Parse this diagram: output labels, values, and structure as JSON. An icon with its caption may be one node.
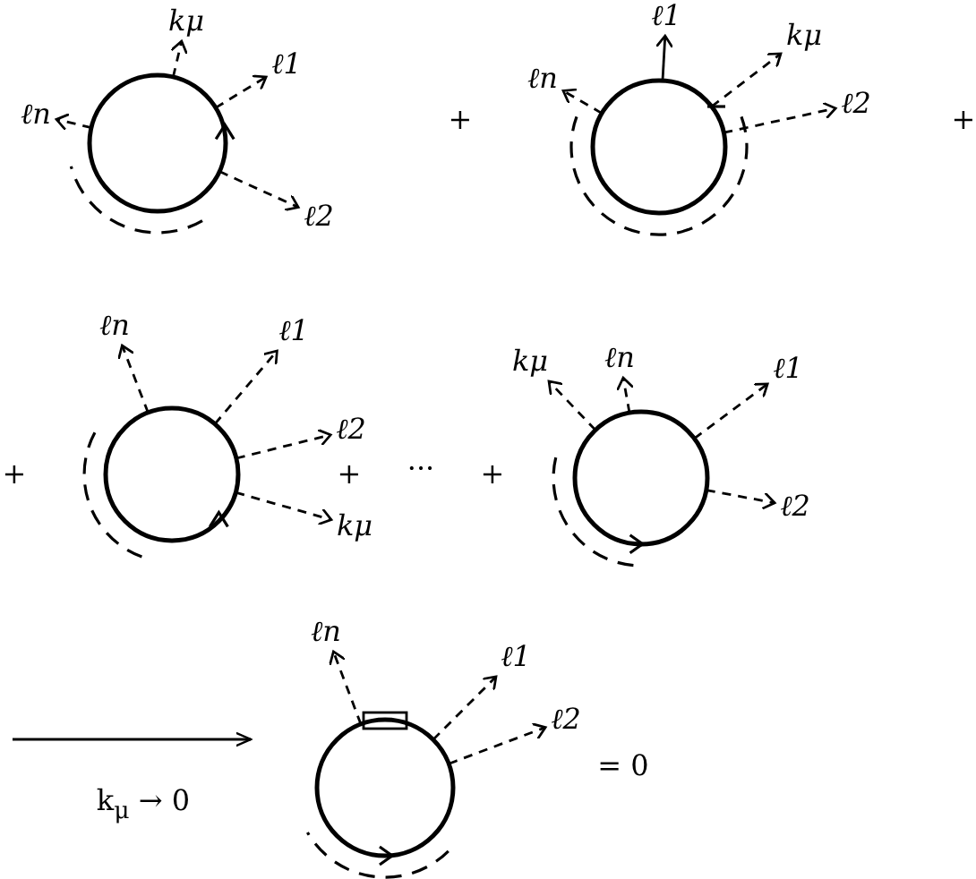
{
  "diagram": {
    "nodes": [
      {
        "text": [],
        "shape": "circle"
      },
      {
        "text": [
          "kμ"
        ]
      },
      {
        "text": [
          "ℓ1"
        ]
      },
      {
        "text": [
          "ℓn"
        ]
      },
      {
        "text": [
          "ℓ2"
        ]
      },
      {
        "text": [],
        "shape": "circle"
      },
      {
        "text": [
          "ℓ1"
        ]
      },
      {
        "text": [
          "ℓn"
        ]
      },
      {
        "text": [
          "kμ"
        ]
      },
      {
        "text": [
          "ℓ2"
        ]
      },
      {
        "text": [],
        "shape": "circle"
      },
      {
        "text": [
          "ℓn"
        ]
      },
      {
        "text": [
          "ℓ1"
        ]
      },
      {
        "text": [
          "ℓ2"
        ]
      },
      {
        "text": [
          "kμ"
        ]
      },
      {
        "text": [],
        "shape": "circle"
      },
      {
        "text": [
          "kμ"
        ]
      },
      {
        "text": [
          "ℓn"
        ]
      },
      {
        "text": [
          "ℓ1"
        ]
      },
      {
        "text": [
          "ℓ2"
        ]
      },
      {
        "text": [],
        "shape": "circle"
      },
      {
        "text": [
          "ℓn"
        ]
      },
      {
        "text": [
          "ℓ1"
        ]
      },
      {
        "text": [
          "ℓ2"
        ]
      }
    ],
    "edges": [
      {
        "from": 0,
        "to": 1,
        "arrow": "to",
        "style": "dashed"
      },
      {
        "from": 0,
        "to": 2,
        "arrow": "to",
        "style": "dashed"
      },
      {
        "from": 0,
        "to": 3,
        "arrow": "to",
        "style": "dashed"
      },
      {
        "from": 0,
        "to": 4,
        "arrow": "to",
        "style": "dashed"
      },
      {
        "from": 5,
        "to": 6,
        "arrow": "to"
      },
      {
        "from": 5,
        "to": 7,
        "arrow": "to",
        "style": "dashed"
      },
      {
        "from": 5,
        "to": 8,
        "arrow": "to",
        "style": "dashed"
      },
      {
        "from": 5,
        "to": 9,
        "arrow": "to",
        "style": "dashed"
      },
      {
        "from": 10,
        "to": 11,
        "arrow": "to",
        "style": "dashed"
      },
      {
        "from": 10,
        "to": 12,
        "arrow": "to",
        "style": "dashed"
      },
      {
        "from": 10,
        "to": 13,
        "arrow": "to",
        "style": "dashed"
      },
      {
        "from": 10,
        "to": 14,
        "arrow": "to",
        "style": "dashed"
      },
      {
        "from": 15,
        "to": 16,
        "arrow": "to",
        "style": "dashed"
      },
      {
        "from": 15,
        "to": 17,
        "arrow": "to",
        "style": "dashed"
      },
      {
        "from": 15,
        "to": 18,
        "arrow": "to",
        "style": "dashed"
      },
      {
        "from": 15,
        "to": 19,
        "arrow": "to",
        "style": "dashed"
      },
      {
        "from": 20,
        "to": 21,
        "arrow": "to",
        "style": "dashed"
      },
      {
        "from": 20,
        "to": 22,
        "arrow": "to",
        "style": "dashed"
      },
      {
        "from": 20,
        "to": 23,
        "arrow": "to",
        "style": "dashed"
      }
    ],
    "labels": [
      "+",
      "+",
      "+",
      "+",
      "···",
      "+",
      "k$_{μ}$ → 0",
      "= 0"
    ]
  }
}
